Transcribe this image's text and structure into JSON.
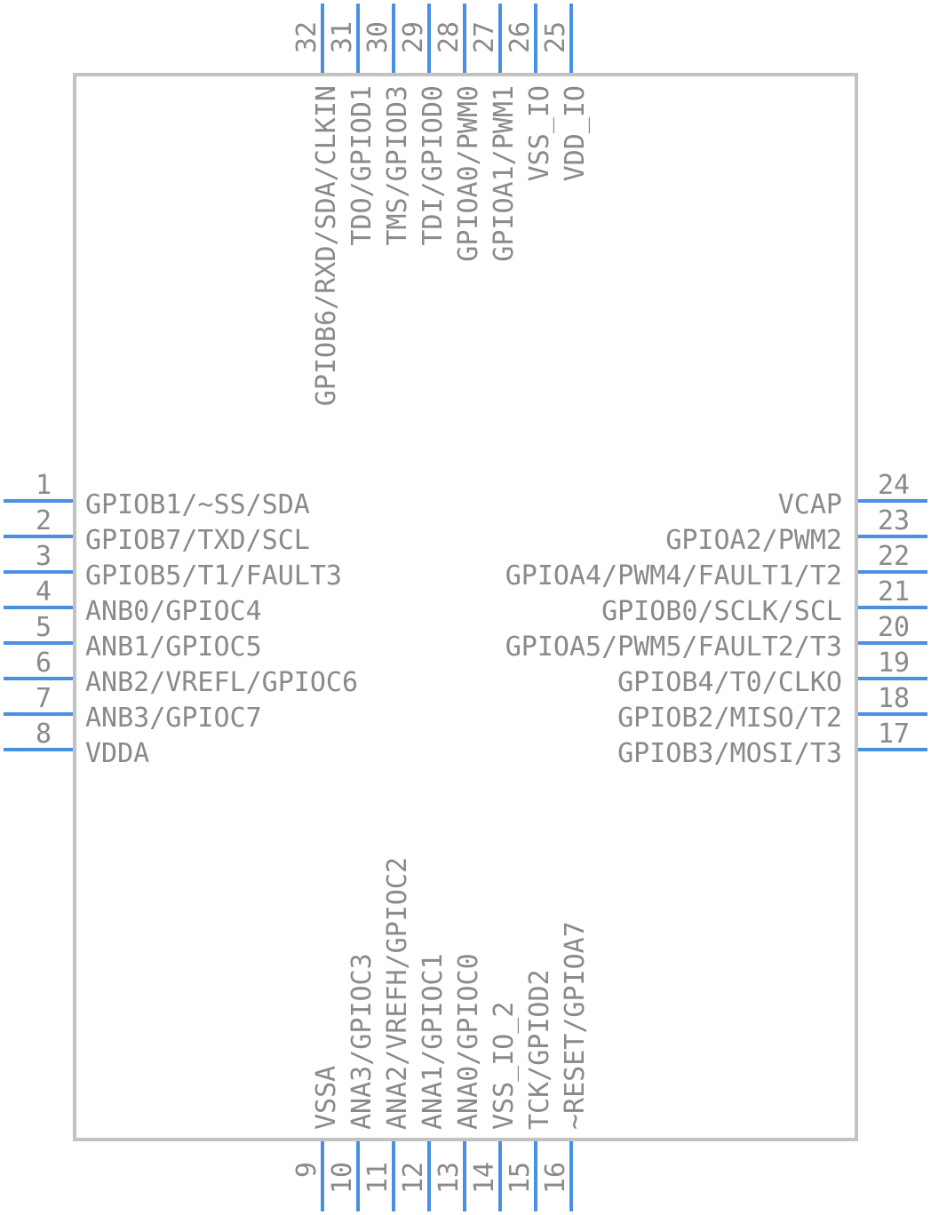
{
  "colors": {
    "pin": "#4a90e2",
    "text": "#8a8a8a",
    "outline": "#c2c2c2",
    "background": "#ffffff"
  },
  "pins": {
    "left": [
      {
        "number": "1",
        "label": "GPIOB1/~SS/SDA"
      },
      {
        "number": "2",
        "label": "GPIOB7/TXD/SCL"
      },
      {
        "number": "3",
        "label": "GPIOB5/T1/FAULT3"
      },
      {
        "number": "4",
        "label": "ANB0/GPIOC4"
      },
      {
        "number": "5",
        "label": "ANB1/GPIOC5"
      },
      {
        "number": "6",
        "label": "ANB2/VREFL/GPIOC6"
      },
      {
        "number": "7",
        "label": "ANB3/GPIOC7"
      },
      {
        "number": "8",
        "label": "VDDA"
      }
    ],
    "bottom": [
      {
        "number": "9",
        "label": "VSSA"
      },
      {
        "number": "10",
        "label": "ANA3/GPIOC3"
      },
      {
        "number": "11",
        "label": "ANA2/VREFH/GPIOC2"
      },
      {
        "number": "12",
        "label": "ANA1/GPIOC1"
      },
      {
        "number": "13",
        "label": "ANA0/GPIOC0"
      },
      {
        "number": "14",
        "label": "VSS_IO_2"
      },
      {
        "number": "15",
        "label": "TCK/GPIOD2"
      },
      {
        "number": "16",
        "label": "~RESET/GPIOA7"
      }
    ],
    "right": [
      {
        "number": "17",
        "label": "GPIOB3/MOSI/T3"
      },
      {
        "number": "18",
        "label": "GPIOB2/MISO/T2"
      },
      {
        "number": "19",
        "label": "GPIOB4/T0/CLKO"
      },
      {
        "number": "20",
        "label": "GPIOA5/PWM5/FAULT2/T3"
      },
      {
        "number": "21",
        "label": "GPIOB0/SCLK/SCL"
      },
      {
        "number": "22",
        "label": "GPIOA4/PWM4/FAULT1/T2"
      },
      {
        "number": "23",
        "label": "GPIOA2/PWM2"
      },
      {
        "number": "24",
        "label": "VCAP"
      }
    ],
    "top": [
      {
        "number": "25",
        "label": "VDD_IO"
      },
      {
        "number": "26",
        "label": "VSS_IO"
      },
      {
        "number": "27",
        "label": "GPIOA1/PWM1"
      },
      {
        "number": "28",
        "label": "GPIOA0/PWM0"
      },
      {
        "number": "29",
        "label": "TDI/GPIOD0"
      },
      {
        "number": "30",
        "label": "TMS/GPIOD3"
      },
      {
        "number": "31",
        "label": "TDO/GPIOD1"
      },
      {
        "number": "32",
        "label": "GPIOB6/RXD/SDA/CLKIN"
      }
    ]
  }
}
